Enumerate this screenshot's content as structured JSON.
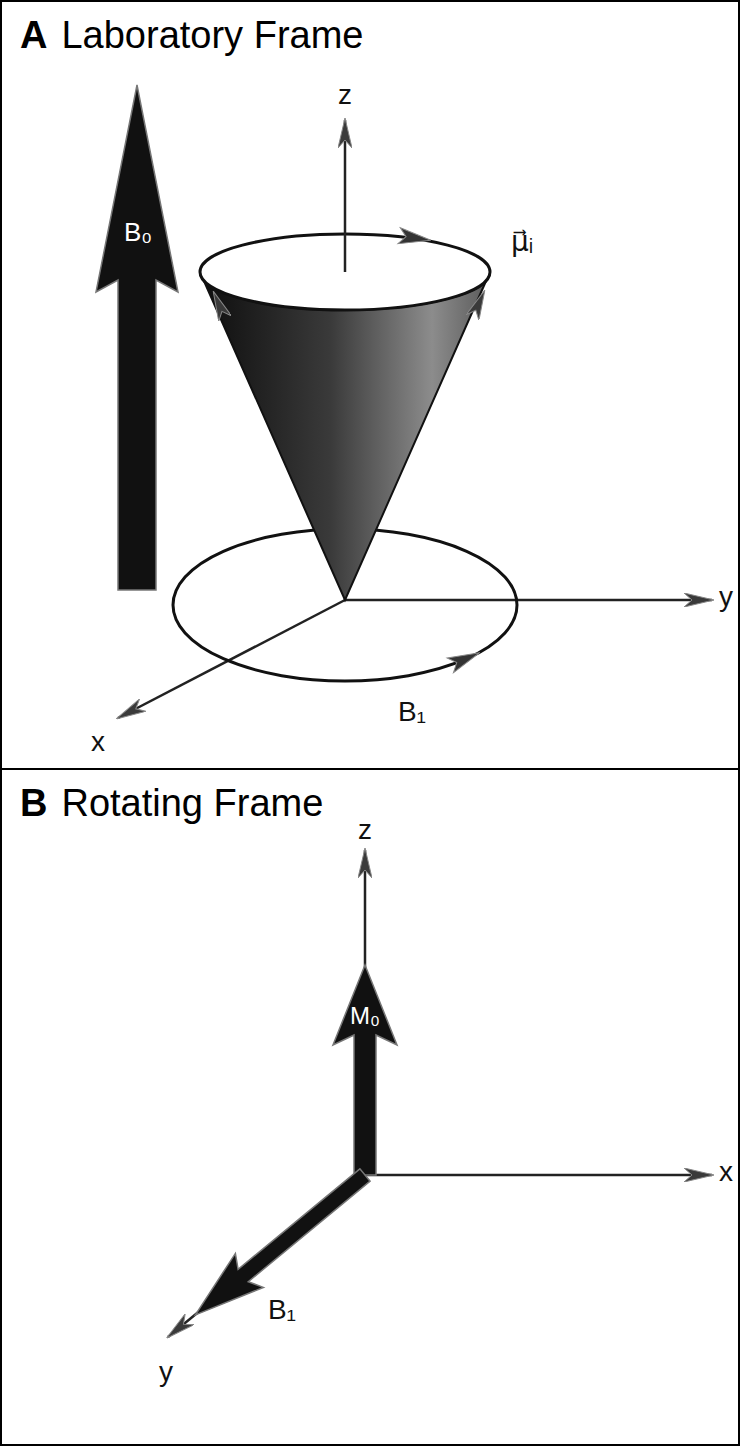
{
  "diagram": {
    "nodes": [
      {
        "text": [
          "A",
          "Laboratory Frame"
        ]
      },
      {
        "text": [
          "B",
          "Rotating Frame"
        ]
      }
    ],
    "labels": [
      "z",
      "μ⃗ᵢ",
      "B₀",
      "y",
      "B₁",
      "x",
      "z",
      "M₀",
      "x",
      "B₁",
      "y"
    ]
  }
}
